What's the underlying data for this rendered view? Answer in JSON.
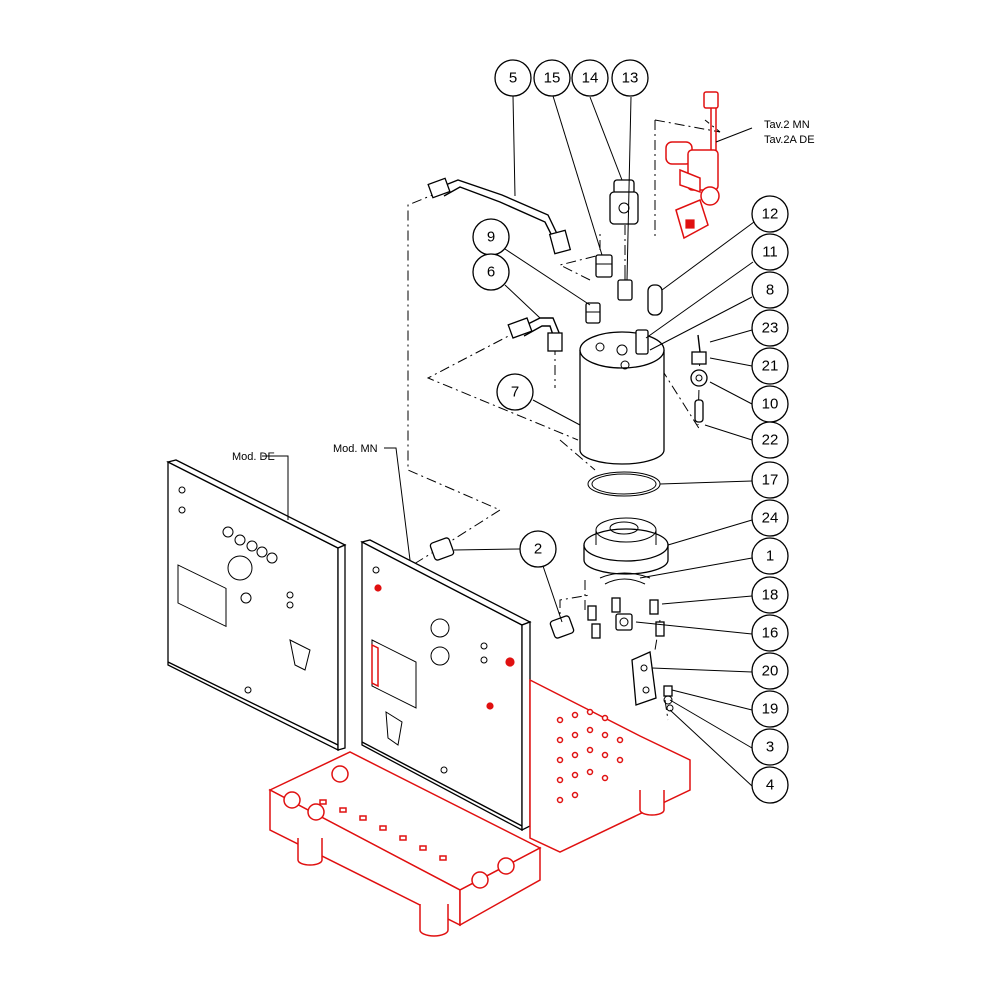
{
  "callouts": [
    {
      "id": "5",
      "label": "5"
    },
    {
      "id": "15",
      "label": "15"
    },
    {
      "id": "14",
      "label": "14"
    },
    {
      "id": "13",
      "label": "13"
    },
    {
      "id": "12",
      "label": "12"
    },
    {
      "id": "9",
      "label": "9"
    },
    {
      "id": "11",
      "label": "11"
    },
    {
      "id": "6",
      "label": "6"
    },
    {
      "id": "8",
      "label": "8"
    },
    {
      "id": "23",
      "label": "23"
    },
    {
      "id": "21",
      "label": "21"
    },
    {
      "id": "7",
      "label": "7"
    },
    {
      "id": "10",
      "label": "10"
    },
    {
      "id": "22",
      "label": "22"
    },
    {
      "id": "17",
      "label": "17"
    },
    {
      "id": "24",
      "label": "24"
    },
    {
      "id": "2",
      "label": "2"
    },
    {
      "id": "1",
      "label": "1"
    },
    {
      "id": "18",
      "label": "18"
    },
    {
      "id": "16",
      "label": "16"
    },
    {
      "id": "20",
      "label": "20"
    },
    {
      "id": "19",
      "label": "19"
    },
    {
      "id": "3",
      "label": "3"
    },
    {
      "id": "4",
      "label": "4"
    }
  ],
  "text_labels": {
    "ref_line1": "Tav.2 MN",
    "ref_line2": "Tav.2A DE",
    "mod_de": "Mod. DE",
    "mod_mn": "Mod. MN"
  },
  "colors": {
    "line": "#000000",
    "highlight": "#e01010",
    "background": "#ffffff"
  }
}
